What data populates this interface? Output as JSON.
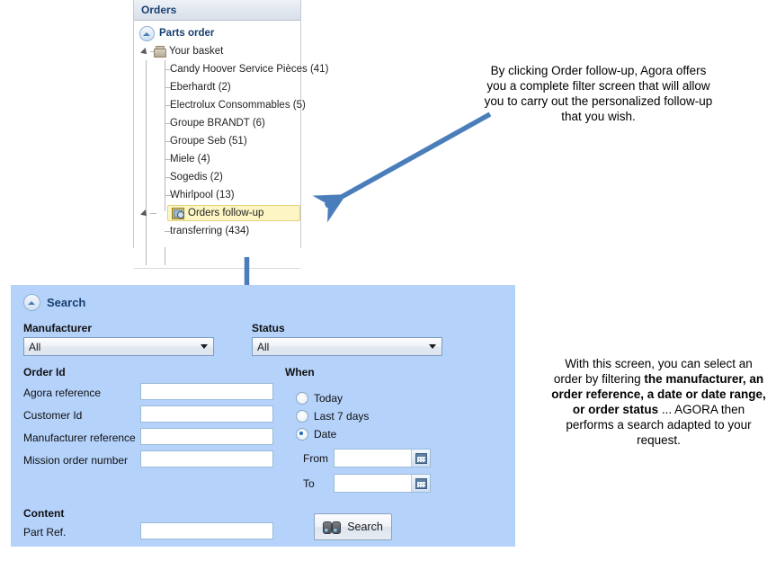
{
  "tree": {
    "header_title": "Orders",
    "root": {
      "label": "Parts order",
      "icon": "collapse-circle-icon"
    },
    "basket": {
      "label": "Your basket",
      "icon": "basket-icon"
    },
    "basket_children": [
      {
        "label": "Candy Hoover Service Pièces (41)"
      },
      {
        "label": "Eberhardt (2)"
      },
      {
        "label": "Electrolux Consommables (5)"
      },
      {
        "label": "Groupe BRANDT (6)"
      },
      {
        "label": "Groupe Seb (51)"
      },
      {
        "label": "Miele (4)"
      },
      {
        "label": "Sogedis (2)"
      },
      {
        "label": "Whirlpool (13)"
      }
    ],
    "followup": {
      "label": "Orders follow-up",
      "icon": "orders-followup-icon",
      "selected": true
    },
    "followup_children": [
      {
        "label": "transferring (434)"
      }
    ]
  },
  "search": {
    "panel_title": "Search",
    "manufacturer": {
      "label": "Manufacturer",
      "value": "All",
      "options": [
        "All"
      ]
    },
    "status": {
      "label": "Status",
      "value": "All",
      "options": [
        "All"
      ]
    },
    "order_id": {
      "group_label": "Order Id",
      "fields": [
        {
          "label": "Agora reference",
          "value": ""
        },
        {
          "label": "Customer Id",
          "value": ""
        },
        {
          "label": "Manufacturer reference",
          "value": ""
        },
        {
          "label": "Mission order number",
          "value": ""
        }
      ]
    },
    "when": {
      "group_label": "When",
      "options": [
        {
          "label": "Today",
          "selected": false
        },
        {
          "label": "Last 7 days",
          "selected": false
        },
        {
          "label": "Date",
          "selected": true
        }
      ],
      "from_label": "From",
      "from_value": "",
      "to_label": "To",
      "to_value": ""
    },
    "content": {
      "group_label": "Content",
      "part_ref_label": "Part Ref.",
      "part_ref_value": ""
    },
    "search_button_label": "Search"
  },
  "annotations": {
    "top": "By clicking Order follow-up, Agora offers you a complete filter screen that will allow you to carry out the personalized follow-up that you wish.",
    "right_part1": "With this screen, you can select an order by filtering ",
    "right_bold": "the manufacturer, an order reference, a date or date range, or order status",
    "right_part2": " ... AGORA then performs a search adapted to your request."
  },
  "colors": {
    "panel_bg": "#b5d2fb",
    "arrow": "#4a7ebb",
    "highlight": "#fdf6c4",
    "header_text": "#17406e"
  }
}
